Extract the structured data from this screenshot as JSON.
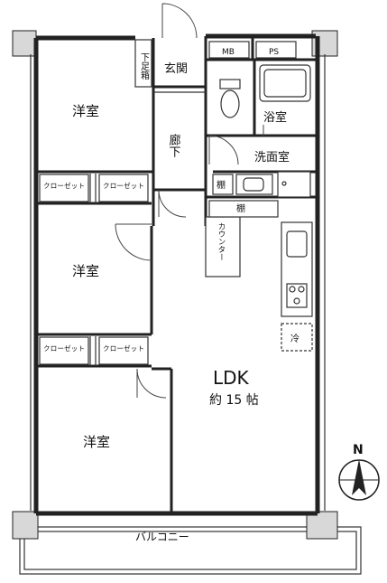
{
  "rooms": {
    "western_room_1": "洋室",
    "western_room_2": "洋室",
    "western_room_3": "洋室",
    "entrance": "玄関",
    "shoe_box": "下足箱",
    "hallway": "廊下",
    "bathroom": "浴室",
    "washroom": "洗面室",
    "ldk": "LDK",
    "ldk_size": "約 15 帖",
    "balcony": "バルコニー"
  },
  "fixtures": {
    "mb": "MB",
    "ps": "PS",
    "shelf_1": "棚",
    "shelf_2": "棚",
    "counter": "カウンター",
    "fridge": "冷",
    "closet_1a": "クローゼット",
    "closet_1b": "クローゼット",
    "closet_2a": "クローゼット",
    "closet_2b": "クローゼット"
  },
  "compass": {
    "north": "N"
  }
}
